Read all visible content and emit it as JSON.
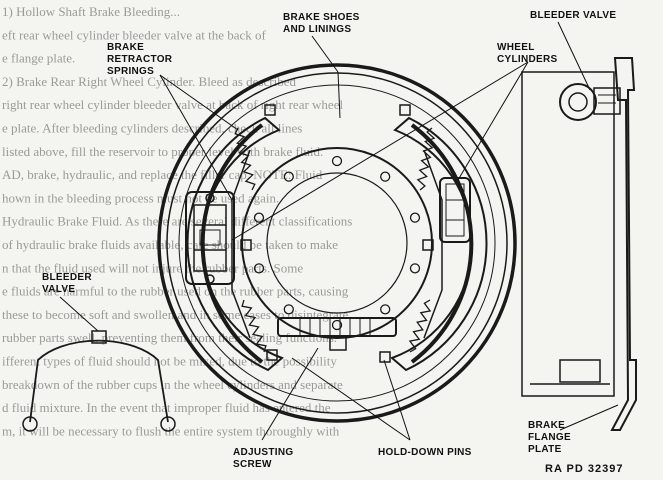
{
  "labels": {
    "brake_shoes": [
      "BRAKE SHOES",
      "AND LININGS"
    ],
    "bleeder_valve_top": [
      "BLEEDER VALVE"
    ],
    "retractor_springs": [
      "BRAKE",
      "RETRACTOR",
      "SPRINGS"
    ],
    "wheel_cylinders": [
      "WHEEL",
      "CYLINDERS"
    ],
    "bleeder_valve_left": [
      "BLEEDER",
      "VALVE"
    ],
    "adjusting_screw": [
      "ADJUSTING",
      "SCREW"
    ],
    "hold_down_pins": [
      "HOLD-DOWN PINS"
    ],
    "flange_plate": [
      "BRAKE",
      "FLANGE",
      "PLATE"
    ]
  },
  "reference": "RA PD 32397",
  "background_text": [
    "1) Hollow Shaft Brake Bleeding...",
    "eft rear wheel cylinder bleeder valve at the back of",
    "e flange plate.",
    "2) Brake Rear Right Wheel Cylinder. Bleed as described",
    "right rear wheel cylinder bleeder valve at back of right rear wheel",
    "e plate. After bleeding cylinders described, check all lines",
    "listed above, fill the reservoir to proper level with brake fluid.",
    "AD, brake, hydraulic, and replace the filler cap. NOTE: Fluid",
    "hown in the bleeding process must not be used again.",
    "Hydraulic Brake Fluid. As there are several different classifications",
    "of hydraulic brake fluids available, care should be taken to make",
    "n that the fluid used will not injure the rubber parts. Some",
    "e fluids are harmful to the rubber used on the rubber parts, causing",
    "these to become soft and swollen and in some cases to disintegrate.",
    "rubber parts swell, preventing them from their sealing functions.",
    "ifferent types of fluid should not be mixed, due to the possibility",
    "breakdown of the rubber cups in the wheel cylinders and separate",
    "d fluid mixture. In the event that improper fluid has entered the",
    "m, it will be necessary to flush the entire system thoroughly with"
  ]
}
